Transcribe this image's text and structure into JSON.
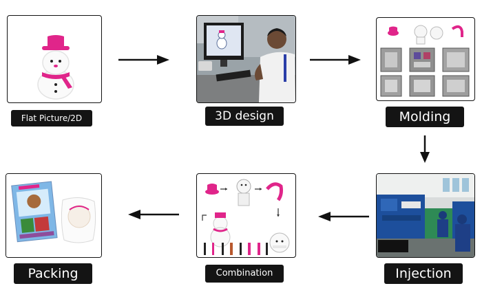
{
  "steps": [
    {
      "label": "Flat Picture/2D"
    },
    {
      "label": "3D design"
    },
    {
      "label": "Molding"
    },
    {
      "label": "Injection"
    },
    {
      "label": "Combination"
    },
    {
      "label": "Packing"
    }
  ],
  "colors": {
    "accent_pink": "#e0258a",
    "label_bg": "#141414",
    "arrow": "#111111",
    "factory_blue": "#1d4f9c"
  }
}
